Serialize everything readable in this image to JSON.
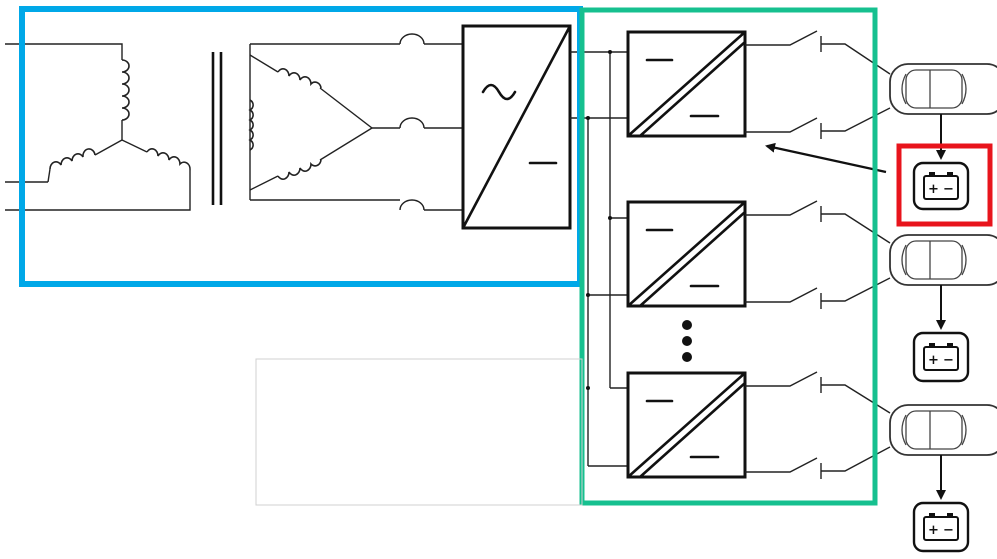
{
  "colors": {
    "grid_group_border": "#00a8e8",
    "charger_group_border": "#16c08f",
    "highlight_border": "#e8141c",
    "line": "#222222"
  },
  "groups": [
    {
      "name": "grid-side-transformer-rectifier",
      "border_color": "#00a8e8"
    },
    {
      "name": "dc-dc-charging-modules",
      "border_color": "#16c08f"
    }
  ],
  "symbols": {
    "ac_sign": "~",
    "dc_sign": "—",
    "battery_plus": "+",
    "battery_minus": "−"
  },
  "icons": [
    "transformer-coil-icon",
    "ac-dc-converter-icon",
    "dc-dc-converter-icon",
    "switch-icon",
    "car-icon",
    "battery-icon"
  ],
  "converter_count_shown": 3,
  "ellipsis": "vertical dots"
}
